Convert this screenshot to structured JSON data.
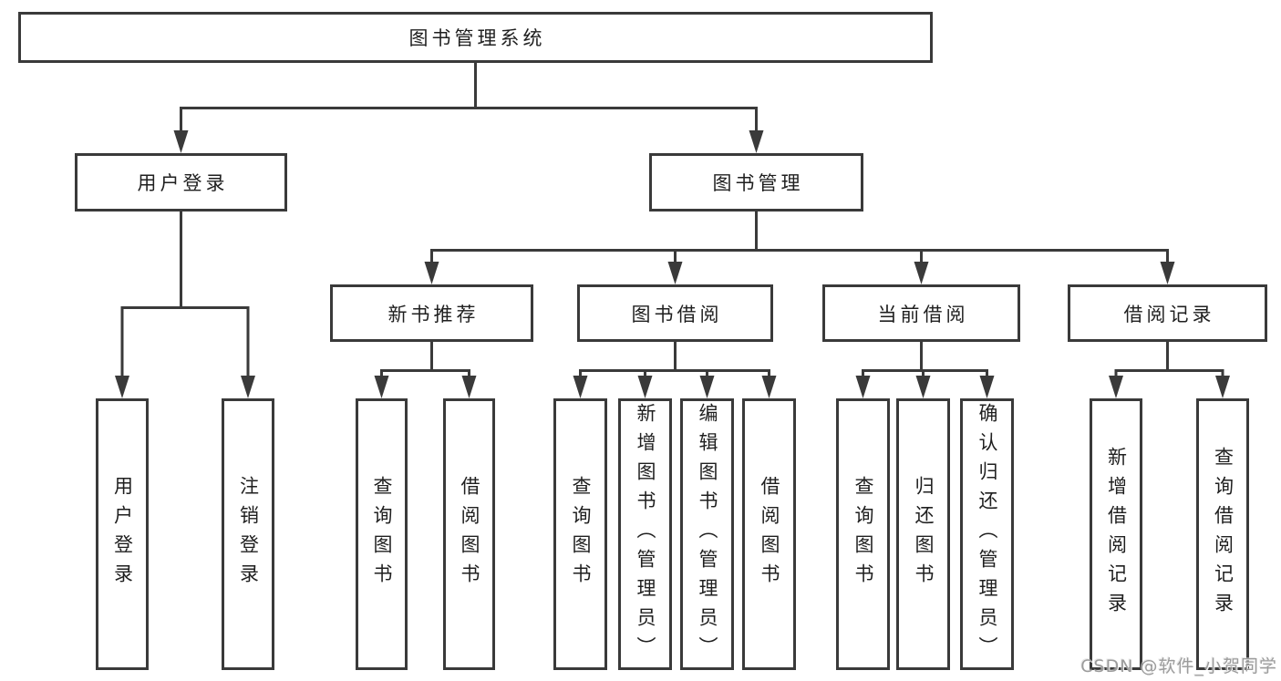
{
  "diagram_type": "hierarchy-tree",
  "tree": {
    "label": "图书管理系统",
    "children": [
      {
        "label": "用户登录",
        "children": [
          {
            "label": "用户登录"
          },
          {
            "label": "注销登录"
          }
        ]
      },
      {
        "label": "图书管理",
        "children": [
          {
            "label": "新书推荐",
            "children": [
              {
                "label": "查询图书"
              },
              {
                "label": "借阅图书"
              }
            ]
          },
          {
            "label": "图书借阅",
            "children": [
              {
                "label": "查询图书"
              },
              {
                "label": "新增图书（管理员）"
              },
              {
                "label": "编辑图书（管理员）"
              },
              {
                "label": "借阅图书"
              }
            ]
          },
          {
            "label": "当前借阅",
            "children": [
              {
                "label": "查询图书"
              },
              {
                "label": "归还图书"
              },
              {
                "label": "确认归还（管理员）"
              }
            ]
          },
          {
            "label": "借阅记录",
            "children": [
              {
                "label": "新增借阅记录"
              },
              {
                "label": "查询借阅记录"
              }
            ]
          }
        ]
      }
    ]
  },
  "watermark": {
    "text": "CSDN @软件_小贺同学"
  },
  "colors": {
    "background": "#ffffff",
    "line": "#3a3a3a",
    "text": "#1f1f1f",
    "watermark": "#9c9c9c"
  }
}
